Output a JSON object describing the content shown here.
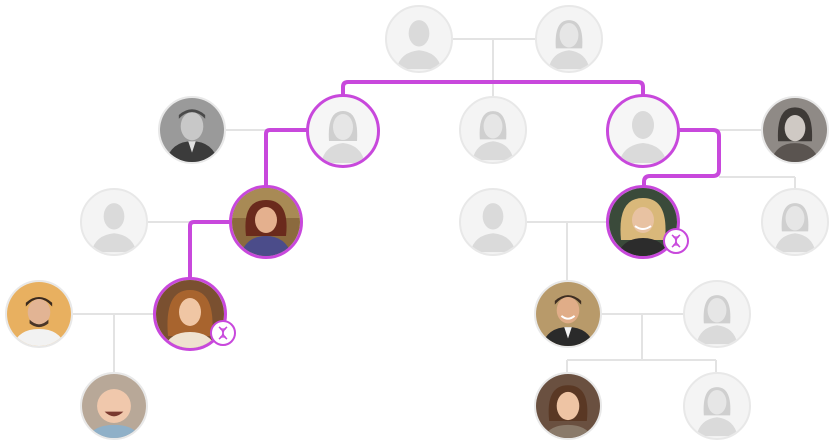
{
  "diagram": {
    "type": "family-tree",
    "highlight_color": "#c848dc",
    "line_color": "#e3e3e3",
    "placeholder_color": "#dadada",
    "people": [
      {
        "id": "gg-grandfather",
        "kind": "placeholder",
        "gender": "male",
        "highlighted": false
      },
      {
        "id": "gg-grandmother",
        "kind": "placeholder",
        "gender": "female",
        "highlighted": false
      },
      {
        "id": "paternal-great-grandfather",
        "kind": "photo-bw",
        "gender": "male",
        "highlighted": false
      },
      {
        "id": "great-grandmother-left",
        "kind": "placeholder",
        "gender": "female",
        "highlighted": true
      },
      {
        "id": "great-aunt",
        "kind": "placeholder",
        "gender": "female",
        "highlighted": false
      },
      {
        "id": "great-grandfather-right",
        "kind": "placeholder",
        "gender": "male",
        "highlighted": true
      },
      {
        "id": "maternal-great-grandmother",
        "kind": "photo-bw",
        "gender": "female",
        "highlighted": false
      },
      {
        "id": "grandfather-left",
        "kind": "placeholder",
        "gender": "male",
        "highlighted": false
      },
      {
        "id": "grandmother-left",
        "kind": "photo",
        "gender": "female",
        "highlighted": true
      },
      {
        "id": "grandfather-right",
        "kind": "placeholder",
        "gender": "male",
        "highlighted": false
      },
      {
        "id": "grandmother-right",
        "kind": "photo",
        "gender": "female",
        "highlighted": true,
        "dna_match": true
      },
      {
        "id": "grandmother-right-sibling",
        "kind": "placeholder",
        "gender": "female",
        "highlighted": false
      },
      {
        "id": "father-left",
        "kind": "photo",
        "gender": "male",
        "highlighted": false
      },
      {
        "id": "mother-left",
        "kind": "photo",
        "gender": "female",
        "highlighted": true,
        "dna_match": true
      },
      {
        "id": "father-right",
        "kind": "photo",
        "gender": "male",
        "highlighted": false
      },
      {
        "id": "mother-right",
        "kind": "placeholder",
        "gender": "female",
        "highlighted": false
      },
      {
        "id": "child-left",
        "kind": "photo",
        "gender": "male",
        "highlighted": false
      },
      {
        "id": "child-right-1",
        "kind": "photo",
        "gender": "female",
        "highlighted": false
      },
      {
        "id": "child-right-2",
        "kind": "placeholder",
        "gender": "female",
        "highlighted": false
      }
    ],
    "icons": {
      "placeholder_male": "male-silhouette-icon",
      "placeholder_female": "female-silhouette-icon",
      "dna": "dna-icon"
    }
  }
}
